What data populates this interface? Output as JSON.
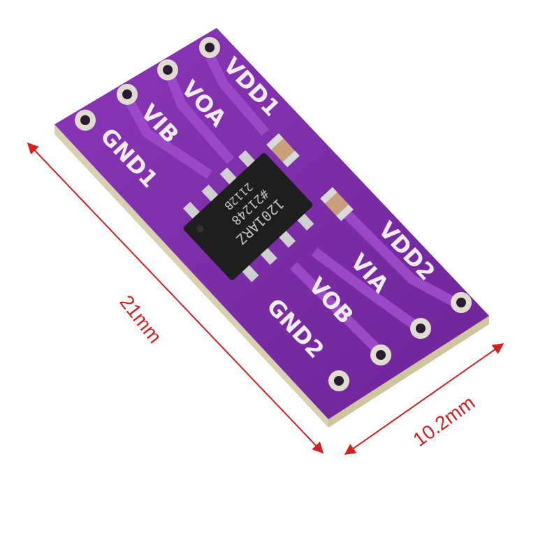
{
  "board": {
    "pins_left": [
      "VDD1",
      "VOA",
      "VIB",
      "GND1"
    ],
    "pins_right": [
      "VDD2",
      "VIA",
      "VOB",
      "GND2"
    ],
    "chip_marking": [
      "1201ARZ",
      "#21248",
      "2112B"
    ],
    "colors": {
      "pcb": "#7a2da6",
      "pcb_light": "#9a44c8",
      "trace": "#8a34b8",
      "chip": "#1e1e1e",
      "edge": "#d9d2b3"
    }
  },
  "dimensions": {
    "length_label": "21mm",
    "width_label": "10.2mm",
    "color": "#d42020"
  }
}
